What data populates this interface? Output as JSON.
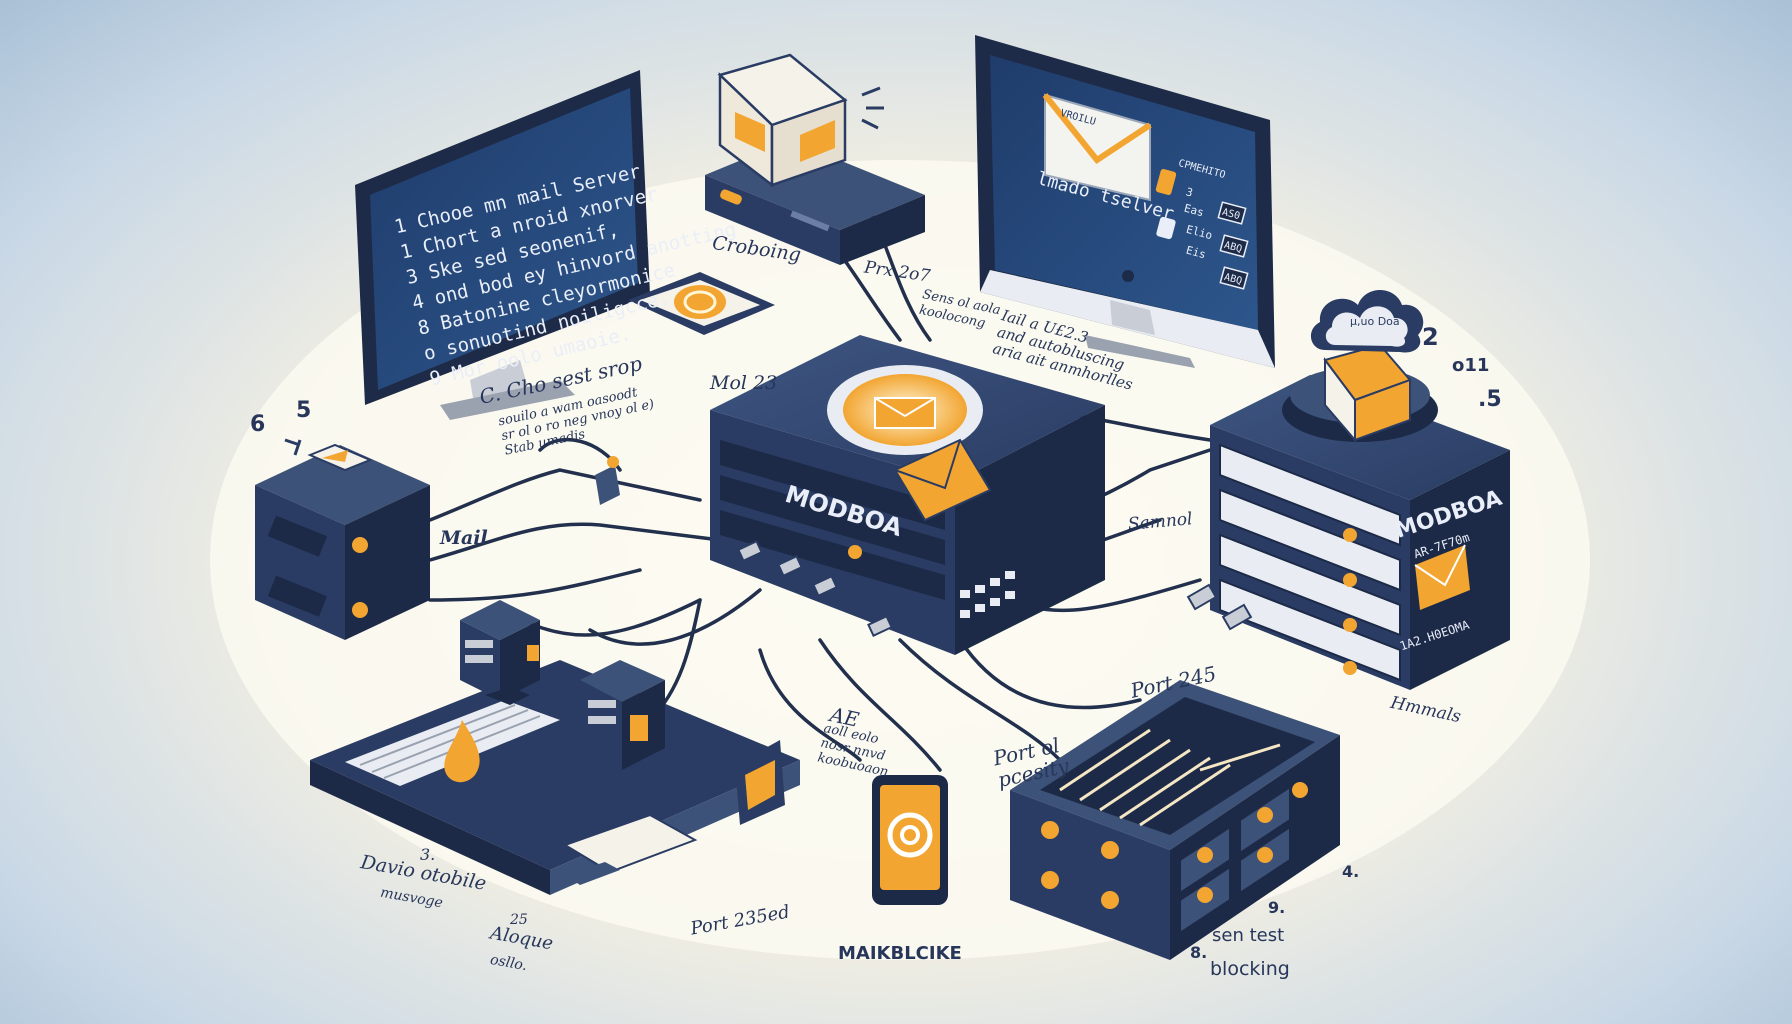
{
  "colors": {
    "navy": "#2a3c63",
    "navy_dark": "#1c2a48",
    "steel": "#3d5278",
    "orange": "#f2a531",
    "screen": "#355a8c",
    "cable": "#22304d"
  },
  "monitor_left": {
    "lines": [
      "1 Chooe mn mail Server",
      "1 Chort a nroid xnorver",
      "3 Ske sed seonenif,",
      "4 ond bod ey hinvord anotting",
      "8 Batonine cleyormonice",
      "o sonuotind noiligcce,",
      "9 Mor oolo umaoie."
    ]
  },
  "monitor_right": {
    "title": "lmado tselver",
    "card_text": "VROILU",
    "side_header": "CPMEHITO",
    "rows": [
      "3",
      "Eas",
      "Elio",
      "Eis"
    ],
    "badges": [
      "AS0",
      "ABQ",
      "ABQ"
    ]
  },
  "central_server": {
    "name": "MODBOA"
  },
  "right_server": {
    "name": "MODBOA",
    "sub1": "AR-7F70m",
    "sub2": "1A2.H0EOMA"
  },
  "labels": {
    "croboing": "Croboing",
    "prx": "Prx 2o7",
    "mol": "Mol 23",
    "sens": "Sens ol aola\nkoolocong",
    "mail_ue": "Iail a U£2.3\nand autobluscing\naria ait anmhorlles",
    "cho_sest": "C. Cho sest srop",
    "cho_sub": "souilo a wam oasoodt\nsr ol o ro neg vnoy ol e)\nStab umadis",
    "num6": "6",
    "num5": "5",
    "mail": "Mail",
    "cloud": "µ,uo Doa",
    "num2": "2",
    "o11": "o11",
    "num5b": ".5",
    "samnol": "Samnol",
    "port245": "Port 245",
    "port_ol": "Port ol\npcesity",
    "hmmals": "Hmmals",
    "ae": "AE",
    "aa_sub": "aoll eolo\nnosr nnvd\nkoobuoaon",
    "port_235": "Port 235ed",
    "maik": "MAIKBLCIKE",
    "davio": "Davio otobile",
    "davio3": "3.",
    "mus": "musvoge",
    "num25": "25",
    "aloque": "Aloque",
    "oslo": "osllo.",
    "num4": "4.",
    "num9": "9.",
    "sen_test": "sen test",
    "num8": "8.",
    "blocking": "blocking"
  }
}
